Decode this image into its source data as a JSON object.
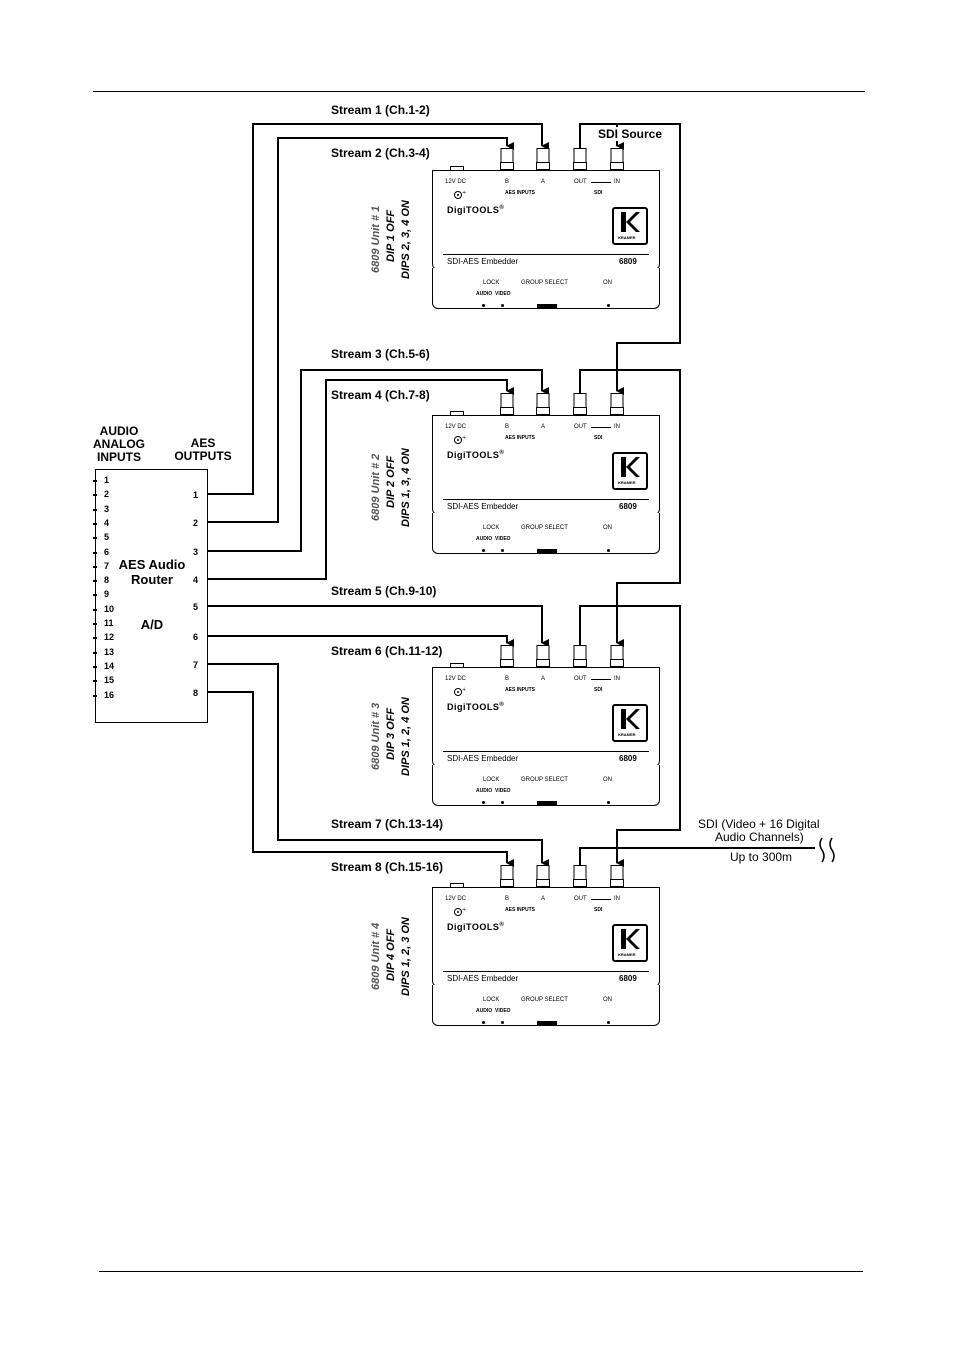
{
  "router": {
    "inputs_header": "AUDIO\nANALOG\nINPUTS",
    "outputs_header": "AES\nOUTPUTS",
    "title": "AES Audio\nRouter",
    "subtitle": "A/D",
    "inputs": [
      "1",
      "2",
      "3",
      "4",
      "5",
      "6",
      "7",
      "8",
      "9",
      "10",
      "11",
      "12",
      "13",
      "14",
      "15",
      "16"
    ],
    "outputs": [
      "1",
      "2",
      "3",
      "4",
      "5",
      "6",
      "7",
      "8"
    ]
  },
  "streams": [
    "Stream 1 (Ch.1-2)",
    "Stream 2 (Ch.3-4)",
    "Stream 3 (Ch.5-6)",
    "Stream 4 (Ch.7-8)",
    "Stream 5 (Ch.9-10)",
    "Stream 6 (Ch.11-12)",
    "Stream 7 (Ch.13-14)",
    "Stream 8 (Ch.15-16)"
  ],
  "sdi_source": "SDI Source",
  "sdi_out_note": {
    "line1": "SDI (Video + 16 Digital",
    "line2": "Audio Channels)",
    "line3": "Up to 300m"
  },
  "unit_labels": {
    "dc": "12V DC",
    "b": "B",
    "a": "A",
    "aes_inputs": "AES INPUTS",
    "out": "OUT",
    "in": "IN",
    "sdi": "SDI",
    "brand": "DigiTOOLS",
    "reg": "®",
    "product": "SDI-AES Embedder",
    "model": "6809",
    "lock": "LOCK",
    "group_select": "GROUP SELECT",
    "on": "ON",
    "audio": "AUDIO",
    "video": "VIDEO",
    "kramer": "KRAMER"
  },
  "units": [
    {
      "line1": "6809 Unit # 1",
      "line2": "DIP 1 OFF",
      "line3": "DIPS 2, 3, 4 ON"
    },
    {
      "line1": "6809 Unit # 2",
      "line2": "DIP 2 OFF",
      "line3": "DIPS 1, 3, 4 ON"
    },
    {
      "line1": "6809 Unit # 3",
      "line2": "DIP 3 OFF",
      "line3": "DIPS 1, 2, 4 ON"
    },
    {
      "line1": "6809 Unit # 4",
      "line2": "DIP 4 OFF",
      "line3": "DIPS 1, 2, 3 ON"
    }
  ]
}
